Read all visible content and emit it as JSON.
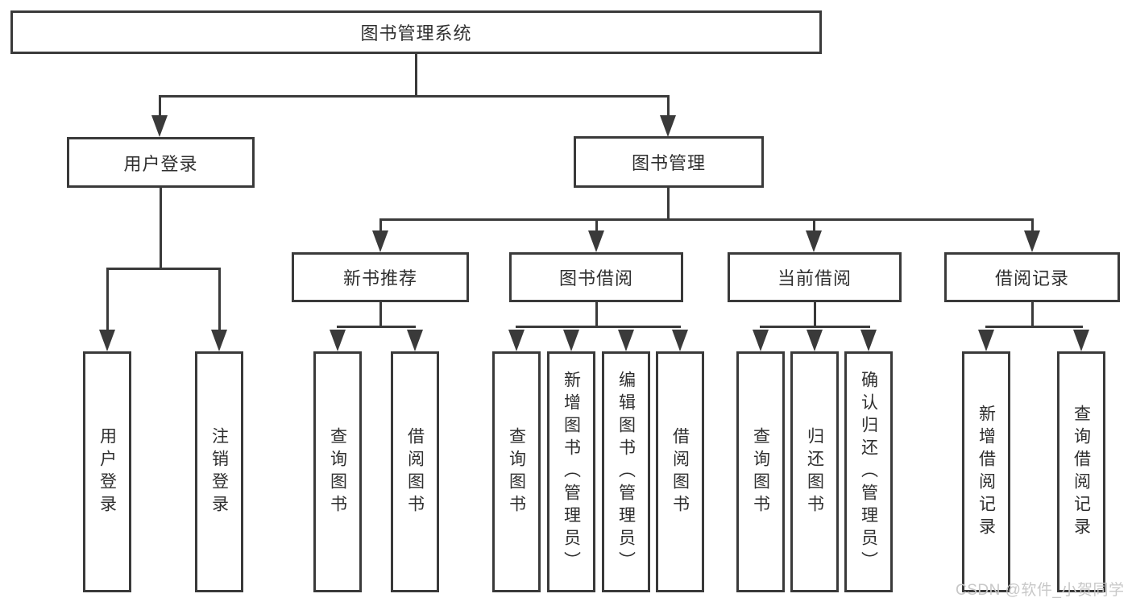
{
  "tree": {
    "root": "图书管理系统",
    "level2": [
      "用户登录",
      "图书管理"
    ],
    "level3": [
      "新书推荐",
      "图书借阅",
      "当前借阅",
      "借阅记录"
    ],
    "leaves": {
      "user_login": [
        "用户登录",
        "注销登录"
      ],
      "new_book_recommend": [
        "查询图书",
        "借阅图书"
      ],
      "book_borrow": [
        "查询图书",
        "新增图书（管理员）",
        "编辑图书（管理员）",
        "借阅图书"
      ],
      "current_borrow": [
        "查询图书",
        "归还图书",
        "确认归还（管理员）"
      ],
      "borrow_record": [
        "新增借阅记录",
        "查询借阅记录"
      ]
    }
  },
  "watermark": "CSDN @软件_小贺同学",
  "colors": {
    "line": "#3a3a3a",
    "text": "#2f2f2f",
    "background": "#ffffff",
    "watermark": "#c8c8c8"
  }
}
